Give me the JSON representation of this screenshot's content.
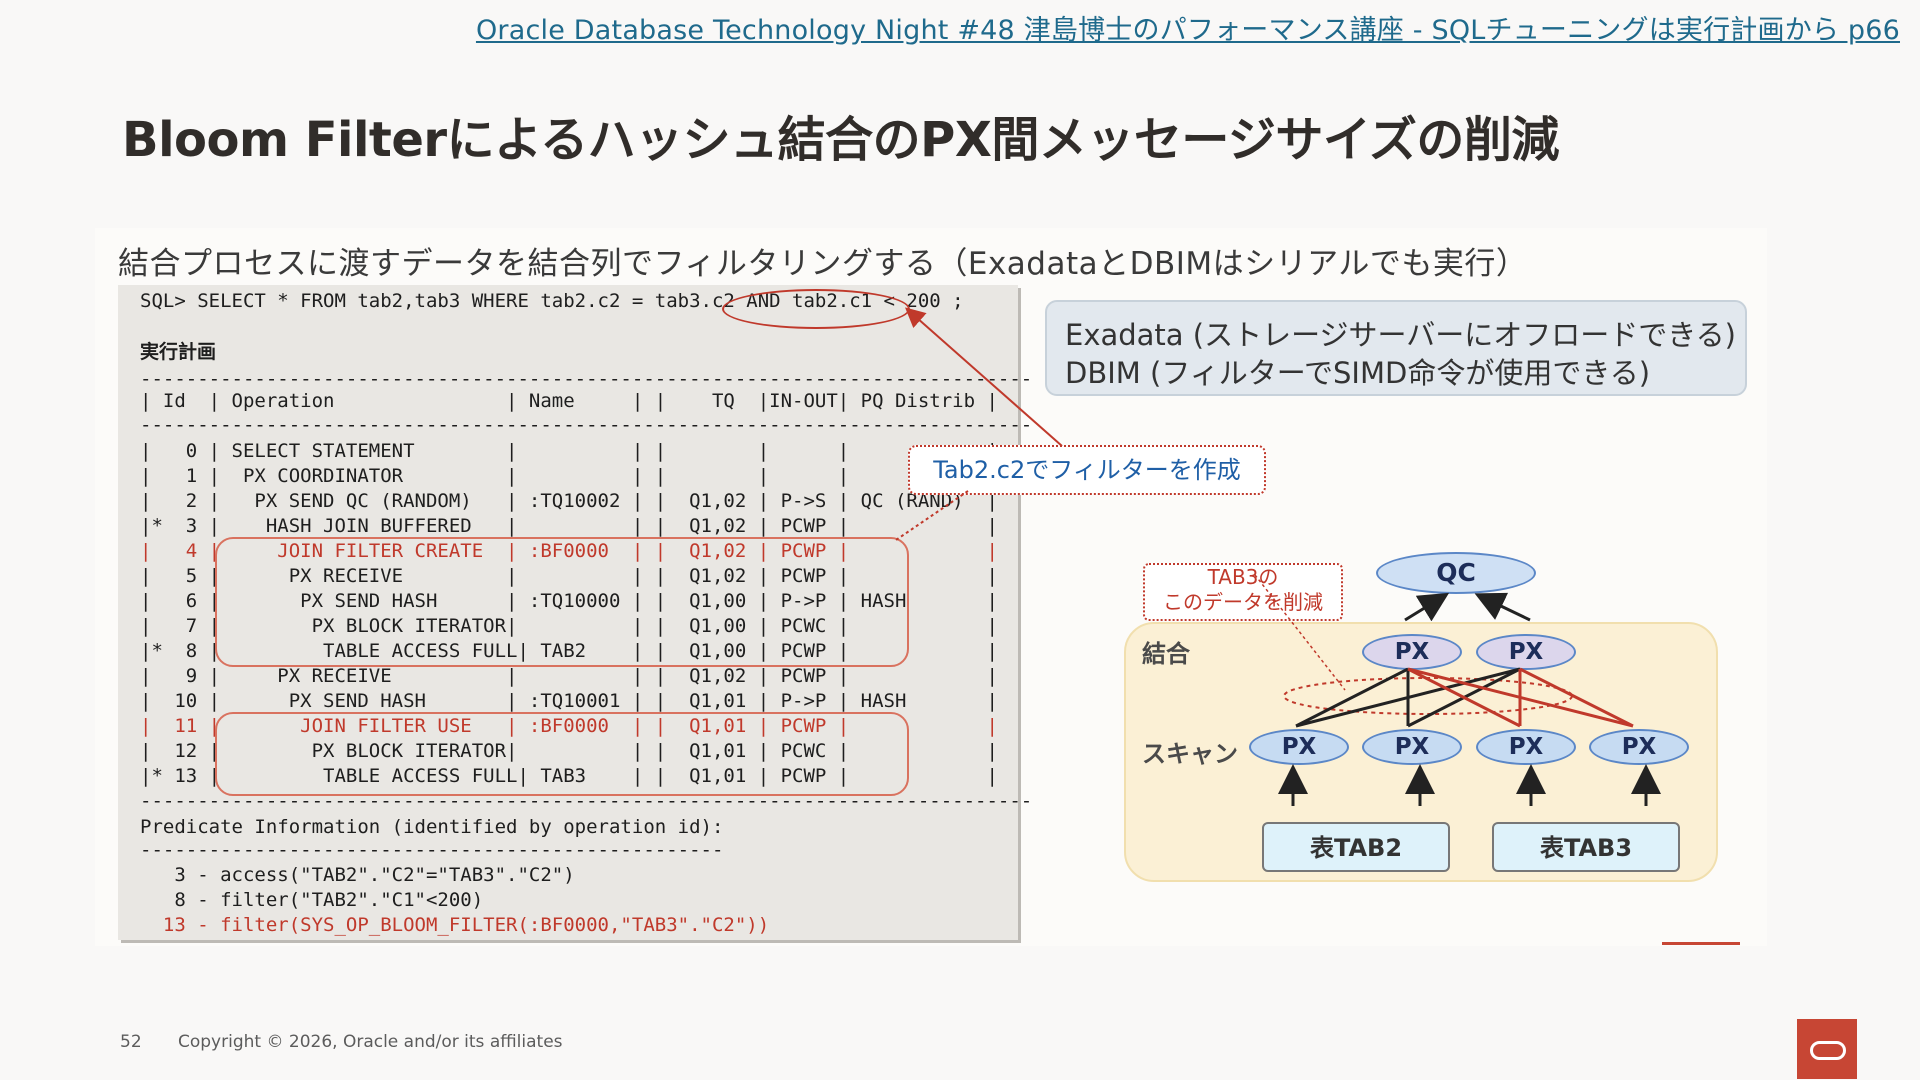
{
  "header": {
    "reference_link": "Oracle Database Technology Night #48  津島博士のパフォーマンス講座 - SQLチューニングは実行計画から p66",
    "title": "Bloom Filterによるハッシュ結合のPX間メッセージサイズの削減"
  },
  "figure": {
    "subtitle": "結合プロセスに渡すデータを結合列でフィルタリングする（ExadataとDBIMはシリアルでも実行）",
    "plan_lines": [
      "SQL> SELECT * FROM tab2,tab3 WHERE tab2.c2 = tab3.c2 AND tab2.c1 < 200 ;",
      "実行計画",
      "------------------------------------------------------------------------------",
      "| Id  | Operation               | Name     | |    TQ  |IN-OUT| PQ Distrib |",
      "------------------------------------------------------------------------------",
      "|   0 | SELECT STATEMENT        |          | |        |      |            |",
      "|   1 |  PX COORDINATOR         |          | |        |      |            |",
      "|   2 |   PX SEND QC (RANDOM)   | :TQ10002 | |  Q1,02 | P->S | QC (RAND)  |",
      "|*  3 |    HASH JOIN BUFFERED   |          | |  Q1,02 | PCWP |            |",
      "|   4 |     JOIN FILTER CREATE  | :BF0000  | |  Q1,02 | PCWP |            |",
      "|   5 |      PX RECEIVE         |          | |  Q1,02 | PCWP |            |",
      "|   6 |       PX SEND HASH      | :TQ10000 | |  Q1,00 | P->P | HASH       |",
      "|   7 |        PX BLOCK ITERATOR|          | |  Q1,00 | PCWC |            |",
      "|*  8 |         TABLE ACCESS FULL| TAB2    | |  Q1,00 | PCWP |            |",
      "|   9 |     PX RECEIVE          |          | |  Q1,02 | PCWP |            |",
      "|  10 |      PX SEND HASH       | :TQ10001 | |  Q1,01 | P->P | HASH       |",
      "|  11 |       JOIN FILTER USE   | :BF0000  | |  Q1,01 | PCWP |            |",
      "|  12 |        PX BLOCK ITERATOR|          | |  Q1,01 | PCWC |            |",
      "|* 13 |         TABLE ACCESS FULL| TAB3    | |  Q1,01 | PCWP |            |",
      "------------------------------------------------------------------------------",
      "Predicate Information (identified by operation id):",
      "---------------------------------------------------",
      "   3 - access(\"TAB2\".\"C2\"=\"TAB3\".\"C2\")",
      "   8 - filter(\"TAB2\".\"C1\"<200)",
      "  13 - filter(SYS_OP_BLOOM_FILTER(:BF0000,\"TAB3\".\"C2\"))"
    ],
    "exadata_note": [
      "Exadata (ストレージサーバーにオフロードできる)",
      "DBIM (フィルターでSIMD命令が使用できる)"
    ],
    "callout": "Tab2.c2でフィルターを作成",
    "diagram": {
      "qc": "QC",
      "tab3_note": [
        "TAB3の",
        "このデータを削減"
      ],
      "join_label": "結合",
      "scan_label": "スキャン",
      "px_label": "PX",
      "tables": [
        "表TAB2",
        "表TAB3"
      ]
    }
  },
  "footer": {
    "page_number": "52",
    "copyright": "Copyright © 2026, Oracle and/or its affiliates"
  },
  "colors": {
    "brand": "#c74634",
    "link": "#1f6a8c",
    "highlight_red": "#c0392b"
  }
}
